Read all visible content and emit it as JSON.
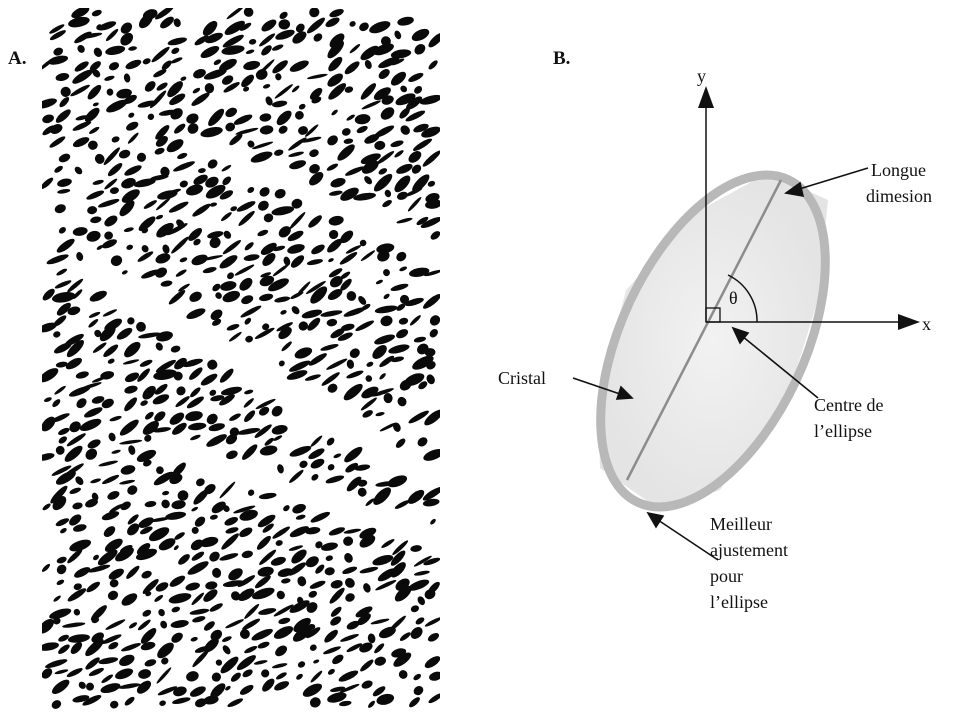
{
  "panel_a": {
    "label": "A."
  },
  "panel_b": {
    "label": "B.",
    "axis_y": "y",
    "axis_x": "x",
    "angle_symbol": "θ",
    "long_dim_line1": "Longue",
    "long_dim_line2": "dimesion",
    "crystal": "Cristal",
    "center_line1": "Centre de",
    "center_line2": "l’ellipse",
    "fit_line1": "Meilleur",
    "fit_line2": "ajustement",
    "fit_line3": "pour",
    "fit_line4": "l’ellipse"
  }
}
